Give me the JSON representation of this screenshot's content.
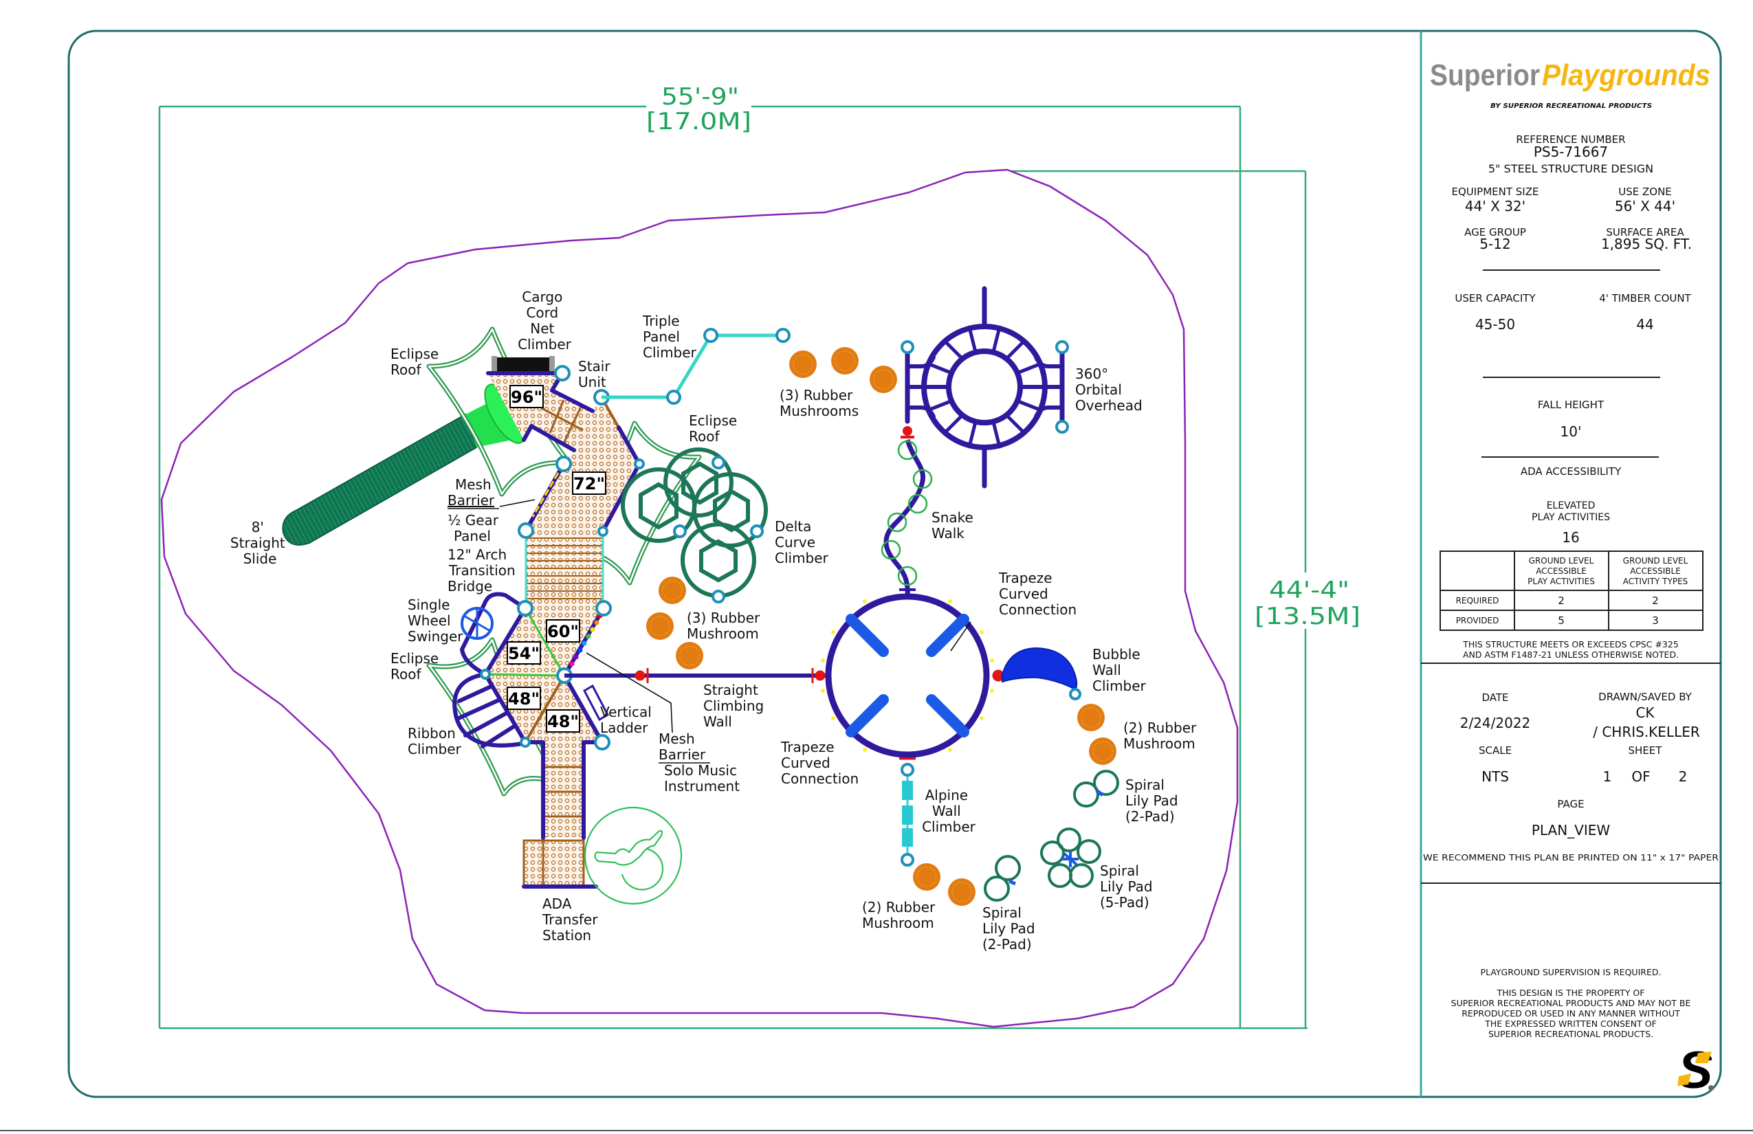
{
  "title_block": {
    "logo": {
      "brand_primary": "Superior",
      "brand_secondary": "Playgrounds",
      "tagline": "BY SUPERIOR RECREATIONAL PRODUCTS",
      "primary_color": "#8a8a8a",
      "accent_color": "#f6b60f"
    },
    "reference_number_label": "REFERENCE NUMBER",
    "reference_number": "PS5-71667",
    "design_type": "5\" STEEL STRUCTURE DESIGN",
    "equipment_size": {
      "label": "EQUIPMENT SIZE",
      "value": "44' X 32'"
    },
    "use_zone": {
      "label": "USE ZONE",
      "value": "56' X 44'"
    },
    "age_group": {
      "label": "AGE GROUP",
      "value": "5-12"
    },
    "surface_area": {
      "label": "SURFACE AREA",
      "value": "1,895 SQ. FT."
    },
    "user_capacity": {
      "label": "USER CAPACITY",
      "value": "45-50"
    },
    "timber_count": {
      "label": "4' TIMBER COUNT",
      "value": "44"
    },
    "fall_height": {
      "label": "FALL HEIGHT",
      "value": "10'"
    },
    "ada_heading": "ADA ACCESSIBILITY",
    "elevated_play": {
      "label_lines": [
        "ELEVATED",
        "PLAY ACTIVITIES"
      ],
      "value": "16"
    },
    "ada_table": {
      "columns": [
        [
          "GROUND LEVEL",
          "ACCESSIBLE",
          "PLAY ACTIVITIES"
        ],
        [
          "GROUND LEVEL",
          "ACCESSIBLE",
          "ACTIVITY TYPES"
        ]
      ],
      "rows": [
        {
          "label": "REQUIRED",
          "values": [
            "2",
            "2"
          ]
        },
        {
          "label": "PROVIDED",
          "values": [
            "5",
            "3"
          ]
        }
      ]
    },
    "compliance_note": [
      "THIS STRUCTURE MEETS OR EXCEEDS CPSC #325",
      "AND ASTM F1487-21 UNLESS OTHERWISE NOTED."
    ],
    "date": {
      "label": "DATE",
      "value": "2/24/2022"
    },
    "drawn_by": {
      "label": "DRAWN/SAVED BY",
      "value_lines": [
        "CK",
        "/ CHRIS.KELLER"
      ]
    },
    "scale": {
      "label": "SCALE",
      "value": "NTS"
    },
    "sheet": {
      "label": "SHEET",
      "current": "1",
      "of": "OF",
      "total": "2"
    },
    "page": {
      "label": "PAGE",
      "value": "PLAN_VIEW"
    },
    "print_note": "WE RECOMMEND THIS PLAN BE PRINTED ON 11\" x 17\" PAPER",
    "supervision_note": "PLAYGROUND SUPERVISION IS REQUIRED.",
    "property_note": [
      "THIS DESIGN IS THE PROPERTY OF",
      "SUPERIOR RECREATIONAL PRODUCTS AND MAY NOT BE",
      "REPRODUCED OR USED IN ANY MANNER WITHOUT",
      "THE EXPRESSED WRITTEN CONSENT OF",
      "SUPERIOR RECREATIONAL PRODUCTS."
    ],
    "corner_mark": "S"
  },
  "plan": {
    "dimensions": {
      "width": {
        "imperial": "55'-9\"",
        "metric": "[17.0M]"
      },
      "height": {
        "imperial": "44'-4\"",
        "metric": "[13.5M]"
      }
    },
    "deck_heights": [
      "96\"",
      "72\"",
      "60\"",
      "54\"",
      "48\"",
      "48\""
    ],
    "components": [
      {
        "lines": [
          "Cargo",
          "Cord",
          "Net",
          "Climber"
        ]
      },
      {
        "lines": [
          "Eclipse",
          "Roof"
        ]
      },
      {
        "lines": [
          "Stair",
          "Unit"
        ]
      },
      {
        "lines": [
          "Triple",
          "Panel",
          "Climber"
        ]
      },
      {
        "lines": [
          "(3) Rubber",
          "Mushrooms"
        ]
      },
      {
        "lines": [
          "Eclipse",
          "Roof"
        ]
      },
      {
        "lines": [
          "360°",
          "Orbital",
          "Overhead"
        ]
      },
      {
        "lines": [
          "Mesh",
          "Barrier"
        ]
      },
      {
        "lines": [
          "½ Gear",
          "Panel"
        ]
      },
      {
        "lines": [
          "12\" Arch",
          "Transition",
          "Bridge"
        ]
      },
      {
        "lines": [
          "8'",
          "Straight",
          "Slide"
        ]
      },
      {
        "lines": [
          "Delta",
          "Curve",
          "Climber"
        ]
      },
      {
        "lines": [
          "Snake",
          "Walk"
        ]
      },
      {
        "lines": [
          "Trapeze",
          "Curved",
          "Connection"
        ]
      },
      {
        "lines": [
          "Single",
          "Wheel",
          "Swinger"
        ]
      },
      {
        "lines": [
          "Eclipse",
          "Roof"
        ]
      },
      {
        "lines": [
          "(3) Rubber",
          "Mushroom"
        ]
      },
      {
        "lines": [
          "Straight",
          "Climbing",
          "Wall"
        ]
      },
      {
        "lines": [
          "Bubble",
          "Wall",
          "Climber"
        ]
      },
      {
        "lines": [
          "Ribbon",
          "Climber"
        ]
      },
      {
        "lines": [
          "Vertical",
          "Ladder"
        ]
      },
      {
        "lines": [
          "Mesh",
          "Barrier",
          "Solo Music",
          "Instrument"
        ]
      },
      {
        "lines": [
          "Trapeze",
          "Curved",
          "Connection"
        ]
      },
      {
        "lines": [
          "(2) Rubber",
          "Mushroom"
        ]
      },
      {
        "lines": [
          "Alpine",
          "Wall",
          "Climber"
        ]
      },
      {
        "lines": [
          "Spiral",
          "Lily Pad",
          "(2-Pad)"
        ]
      },
      {
        "lines": [
          "ADA",
          "Transfer",
          "Station"
        ]
      },
      {
        "lines": [
          "Spiral",
          "Lily Pad",
          "(5-Pad)"
        ]
      },
      {
        "lines": [
          "(2) Rubber",
          "Mushroom"
        ]
      },
      {
        "lines": [
          "Spiral",
          "Lily Pad",
          "(2-Pad)"
        ]
      }
    ]
  }
}
